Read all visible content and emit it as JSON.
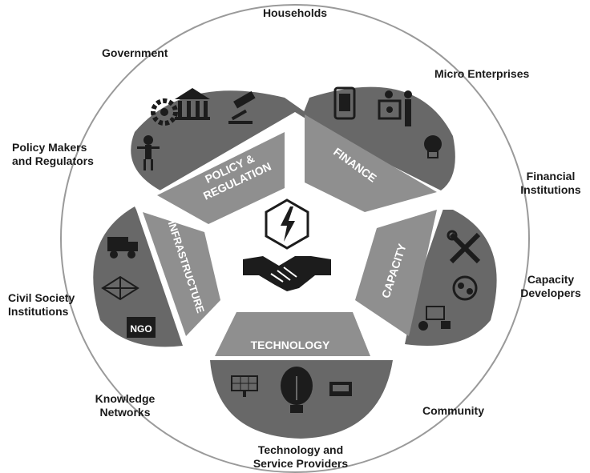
{
  "center": {
    "icons": [
      "lightning-bolt-icon",
      "handshake-icon"
    ]
  },
  "segments": {
    "policy": {
      "line1": "POLICY &",
      "line2": "REGULATION"
    },
    "finance": {
      "label": "FINANCE"
    },
    "capacity": {
      "label": "CAPACITY"
    },
    "technology": {
      "label": "TECHNOLOGY"
    },
    "infrastructure": {
      "label": "INFRASTRUCTURE"
    }
  },
  "stakeholders": {
    "households": "Households",
    "government": "Government",
    "micro_enterprises": "Micro Enterprises",
    "policy_makers": "Policy Makers\nand Regulators",
    "financial_institutions": "Financial\nInstitutions",
    "capacity_developers": "Capacity\nDevelopers",
    "civil_society": "Civil Society\nInstitutions",
    "knowledge_networks": "Knowledge\nNetworks",
    "community": "Community",
    "technology_providers": "Technology and\nService Providers"
  },
  "icons": {
    "policy": [
      "gear-icon",
      "government-building-icon",
      "gavel-icon",
      "tax-person-icon"
    ],
    "finance": [
      "mobile-payment-icon",
      "bank-teller-icon",
      "light-bulb-icon"
    ],
    "capacity": [
      "tools-icon",
      "recycle-people-icon",
      "training-presentation-icon"
    ],
    "technology": [
      "solar-panel-icon",
      "wind-bulb-icon",
      "generator-icon"
    ],
    "infrastructure": [
      "truck-icon",
      "transmission-tower-icon",
      "ngo-badge-icon"
    ],
    "ngo_text": "NGO"
  },
  "colors": {
    "ring": "#9a9a9a",
    "segment": "#8f8f8f",
    "petal": "#686868",
    "icon": "#1c1c1c",
    "text": "#1a1a1a",
    "segment_text": "#ffffff"
  }
}
